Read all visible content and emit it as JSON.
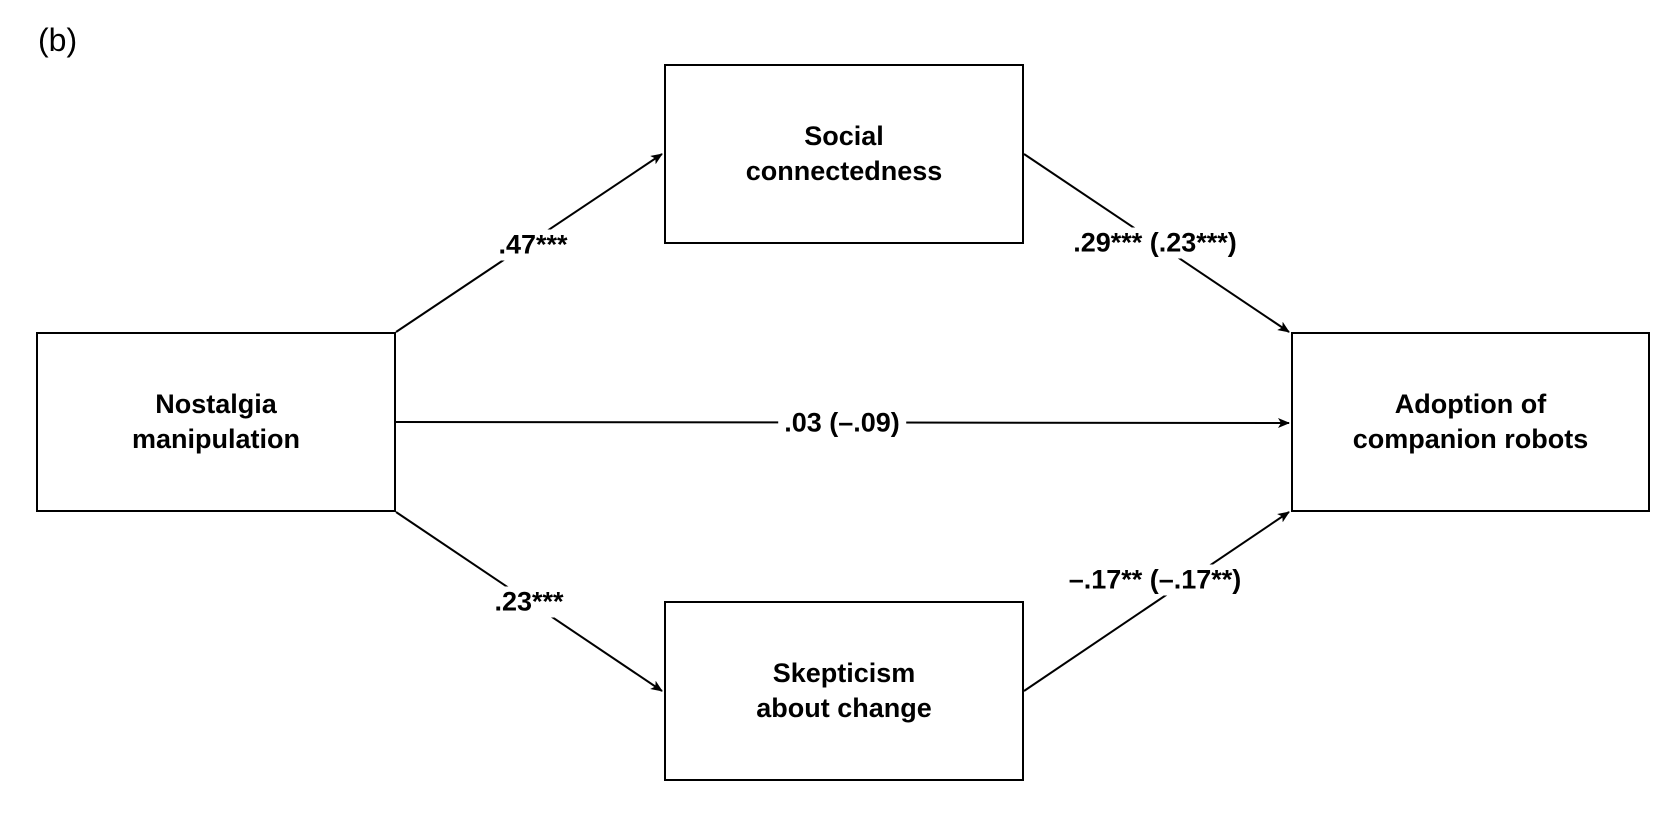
{
  "panel_label": "(b)",
  "nodes": {
    "nostalgia": {
      "line1": "Nostalgia",
      "line2": "manipulation"
    },
    "social": {
      "line1": "Social",
      "line2": "connectedness"
    },
    "skepticism": {
      "line1": "Skepticism",
      "line2": "about change"
    },
    "adoption": {
      "line1": "Adoption of",
      "line2": "companion robots"
    }
  },
  "paths": {
    "nostalgia_to_social": ".47***",
    "social_to_adoption": ".29*** (.23***)",
    "nostalgia_to_adoption": ".03 (–.09)",
    "nostalgia_to_skepticism": ".23***",
    "skepticism_to_adoption": "–.17** (–.17**)"
  }
}
